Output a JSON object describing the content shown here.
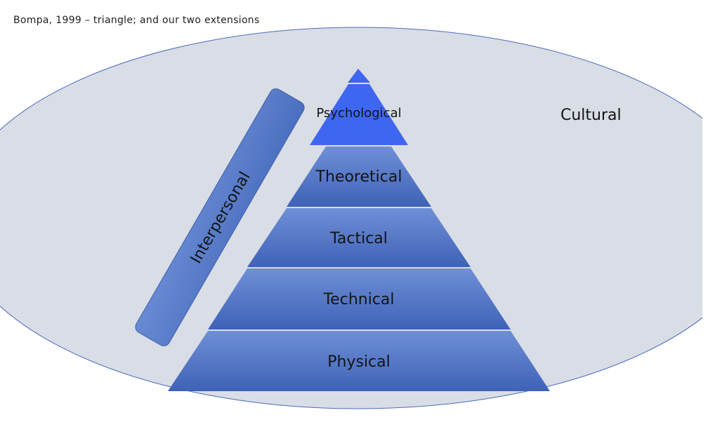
{
  "caption": "Bompa, 1999 – triangle; and our two extensions",
  "outer_context": {
    "label": "Cultural"
  },
  "side_bar": {
    "label": "Interpersonal"
  },
  "pyramid": {
    "tiers": [
      {
        "label": "Psychological"
      },
      {
        "label": "Theoretical"
      },
      {
        "label": "Tactical"
      },
      {
        "label": "Technical"
      },
      {
        "label": "Physical"
      }
    ]
  },
  "colors": {
    "ellipse_fill": "#d9dde6",
    "ellipse_stroke": "#4a6cb8",
    "tier_top": "#6f8fd6",
    "tier_bottom": "#3e62b7",
    "apex": "#3f66f0",
    "bar": "#5479c6"
  }
}
